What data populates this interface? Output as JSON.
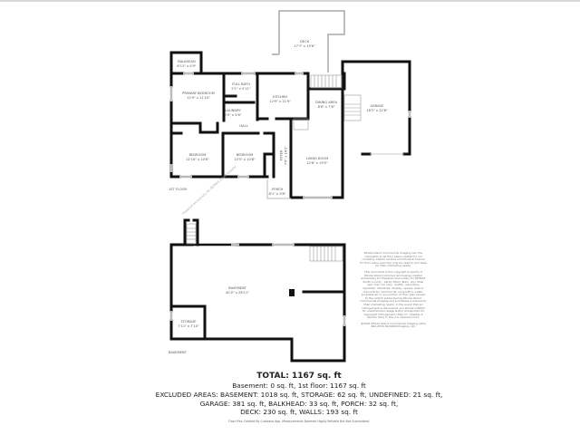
{
  "floors": {
    "first": {
      "label": "1ST FLOOR",
      "rooms": [
        {
          "name": "DECK",
          "dims": "17'7\" x 15'6\""
        },
        {
          "name": "BALKHEAD",
          "dims": "6'11\" x 4'9\""
        },
        {
          "name": "FULL BATH",
          "dims": "9'1\" x 5'11\""
        },
        {
          "name": "PRIMARY BEDROOM",
          "dims": "12'9\" x 11'10\""
        },
        {
          "name": "KITCHEN",
          "dims": "12'9\" x 11'9\""
        },
        {
          "name": "DINING AREA",
          "dims": "8'6\" x 7'6\""
        },
        {
          "name": "GARAGE",
          "dims": "18'2\" x 22'8\""
        },
        {
          "name": "LAUNDRY",
          "dims": "5'5\" x 5'8\""
        },
        {
          "name": "HALL",
          "dims": ""
        },
        {
          "name": "BEDROOM",
          "dims": "12'10\" x 10'8\""
        },
        {
          "name": "BEDROOM",
          "dims": "10'5\" x 10'8\""
        },
        {
          "name": "FOYER",
          "dims": "7'6\" x 14'2\""
        },
        {
          "name": "LIVING ROOM",
          "dims": "12'8\" x 19'5\""
        },
        {
          "name": "PORCH",
          "dims": "8'1\" x 3'8\""
        }
      ]
    },
    "basement": {
      "label": "BASEMENT",
      "rooms": [
        {
          "name": "BASEMENT",
          "dims": "40'2\" x 28'11\""
        },
        {
          "name": "STORAGE",
          "dims": "7'11\" x 7'10\""
        }
      ]
    }
  },
  "watermark": "Prepared exclusively for RE/MAX South County",
  "copyright_notes": [
    "Rhode Island Commercial Imaging own the copyrights to all floor plans created by our company. Clients receive an individual license for floor plans and may only be used to purchase for their marketing needs.",
    "This document is the copyright property of Rhode Island Commercial Imaging created exclusively for Prepared exclusively for RE/MAX South County - Sandy Moon Team. Any other user may not copy, modify, reproduce, republish, distribute, display, upload, post or transmit for commercial, nonprofit or public purposes all or any portion of floor plan except to the extent authorized by Rhode Island Commercial Imaging and purchases a license for their marketing needs. In the event that an infringement is discovered you will be notified for unauthorized usage and/or prosecuted for Copyright Infringement (Title 17, Chapter 5 Section 501) in the U.S. Federal Court.",
    "@2024 Rhode Island Commercial Imaging (401) 662-0570 RICI@RICImaging.com"
  ],
  "summary": {
    "total": "TOTAL: 1167 sq. ft",
    "line1": "Basement: 0 sq. ft, 1st floor: 1167 sq. ft",
    "line2": "EXCLUDED AREAS: BASEMENT: 1018 sq. ft, STORAGE: 62 sq. ft, UNDEFINED: 21 sq. ft,",
    "line3": "GARAGE: 381 sq. ft, BALKHEAD: 33 sq. ft, PORCH: 32 sq. ft,",
    "line4": "DECK: 230 sq. ft, WALLS: 193 sq. ft"
  },
  "footer": "Floor Plan Created By Cubicasa App. Measurements Deemed Highly Reliable But Not Guaranteed."
}
